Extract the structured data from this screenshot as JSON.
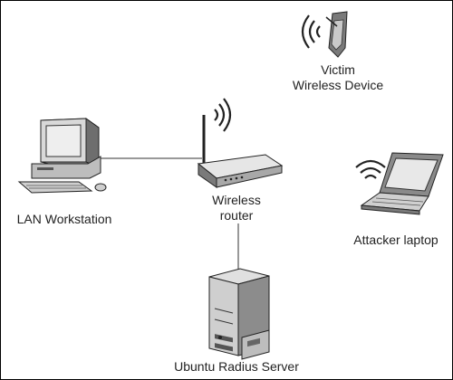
{
  "diagram": {
    "nodes": {
      "victim": {
        "line1": "Victim",
        "line2": "Wireless Device"
      },
      "workstation": {
        "label": "LAN Workstation"
      },
      "router": {
        "line1": "Wireless",
        "line2": "router"
      },
      "attacker": {
        "label": "Attacker laptop"
      },
      "server": {
        "label": "Ubuntu Radius Server"
      }
    },
    "edges": [
      {
        "from": "workstation",
        "to": "router"
      },
      {
        "from": "router",
        "to": "server"
      }
    ]
  }
}
